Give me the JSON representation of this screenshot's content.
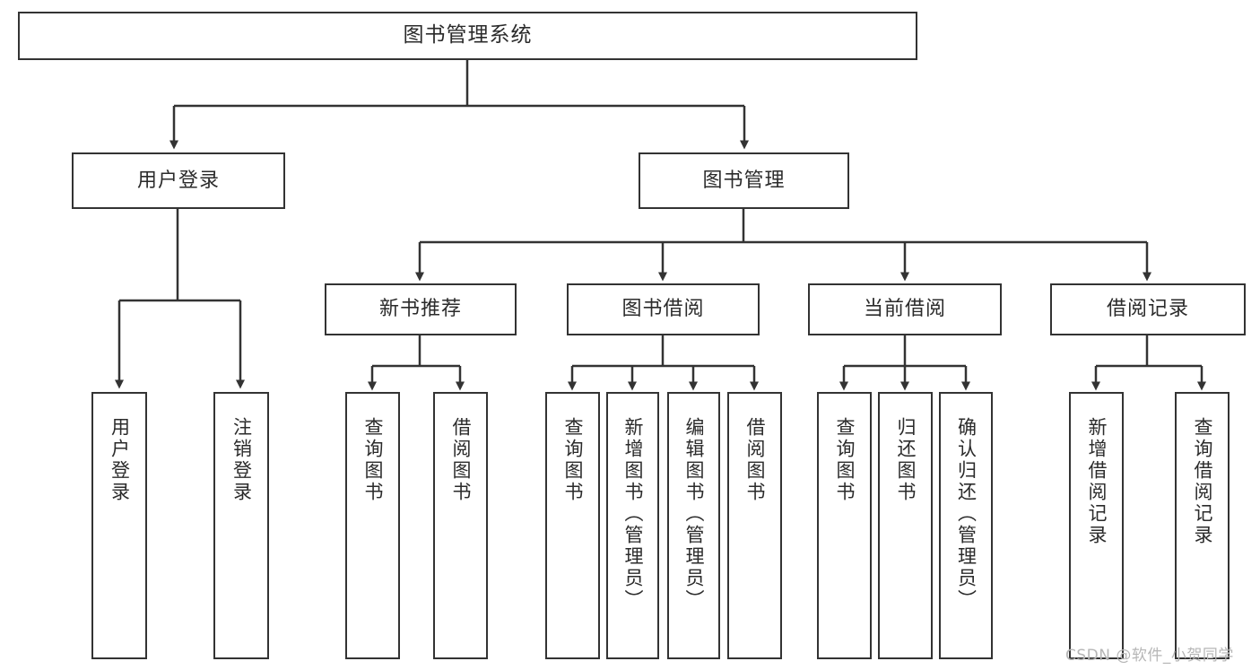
{
  "diagram": {
    "title": "图书管理系统",
    "type": "tree-hierarchy-chart",
    "root": {
      "id": "root",
      "label": "图书管理系统"
    },
    "level2": [
      {
        "id": "user-login",
        "label": "用户登录"
      },
      {
        "id": "book-manage",
        "label": "图书管理"
      }
    ],
    "level3": [
      {
        "id": "new-book-recommend",
        "label": "新书推荐",
        "parent": "book-manage"
      },
      {
        "id": "book-borrow",
        "label": "图书借阅",
        "parent": "book-manage"
      },
      {
        "id": "current-borrow",
        "label": "当前借阅",
        "parent": "book-manage"
      },
      {
        "id": "borrow-record",
        "label": "借阅记录",
        "parent": "book-manage"
      }
    ],
    "leaves": [
      {
        "id": "leaf-user-login",
        "label": "用户登录",
        "parent": "user-login"
      },
      {
        "id": "leaf-logout",
        "label": "注销登录",
        "parent": "user-login"
      },
      {
        "id": "leaf-query-book-1",
        "label": "查询图书",
        "parent": "new-book-recommend"
      },
      {
        "id": "leaf-borrow-book-1",
        "label": "借阅图书",
        "parent": "new-book-recommend"
      },
      {
        "id": "leaf-query-book-2",
        "label": "查询图书",
        "parent": "book-borrow"
      },
      {
        "id": "leaf-add-book",
        "label": "新增图书（管理员）",
        "parent": "book-borrow"
      },
      {
        "id": "leaf-edit-book",
        "label": "编辑图书（管理员）",
        "parent": "book-borrow"
      },
      {
        "id": "leaf-borrow-book-2",
        "label": "借阅图书",
        "parent": "book-borrow"
      },
      {
        "id": "leaf-query-book-3",
        "label": "查询图书",
        "parent": "current-borrow"
      },
      {
        "id": "leaf-return-book",
        "label": "归还图书",
        "parent": "current-borrow"
      },
      {
        "id": "leaf-confirm-return",
        "label": "确认归还（管理员）",
        "parent": "current-borrow"
      },
      {
        "id": "leaf-add-record",
        "label": "新增借阅记录",
        "parent": "borrow-record"
      },
      {
        "id": "leaf-query-record",
        "label": "查询借阅记录",
        "parent": "borrow-record"
      }
    ],
    "colors": {
      "line": "#333333",
      "node_border": "#333333",
      "node_fill": "#ffffff",
      "text": "#2b2b2b",
      "background": "#ffffff",
      "watermark": "#b6b6b6"
    }
  },
  "watermark": {
    "text": "CSDN @软件_小贺同学"
  }
}
